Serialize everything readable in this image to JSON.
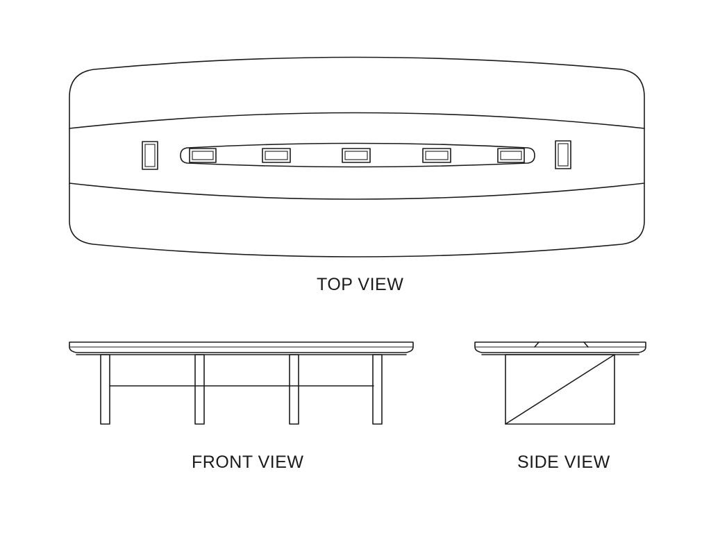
{
  "views": {
    "top_label": "TOP VIEW",
    "front_label": "FRONT VIEW",
    "side_label": "SIDE VIEW"
  },
  "colors": {
    "line": "#1a1a1a",
    "background": "#ffffff"
  }
}
